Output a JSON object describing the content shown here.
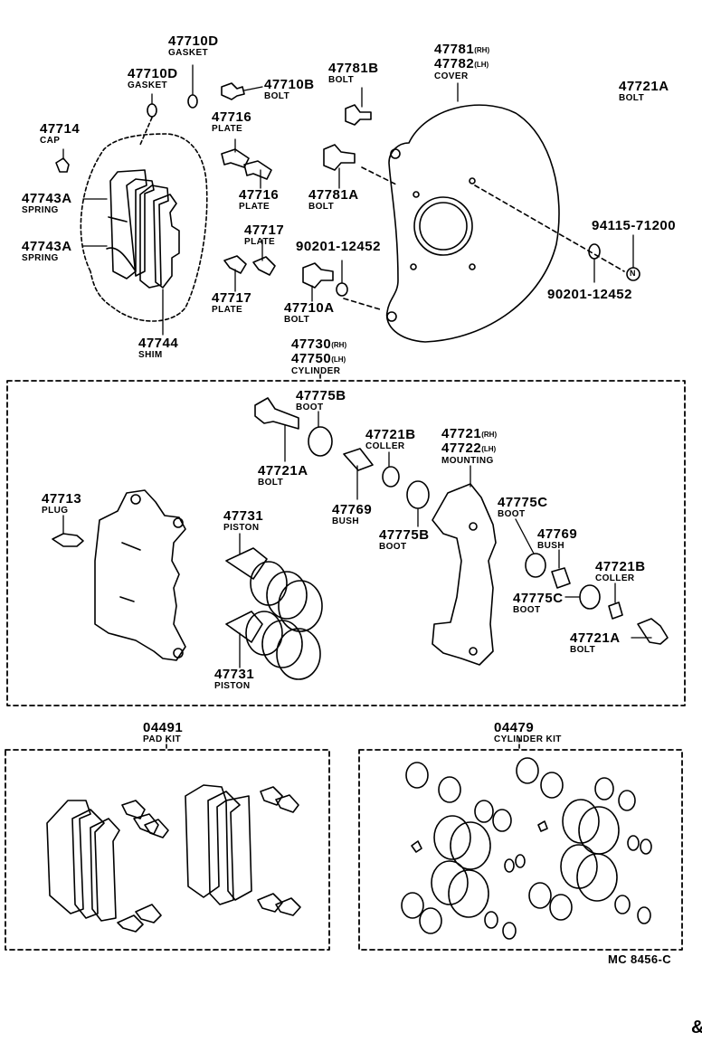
{
  "labels": {
    "gasket_a": {
      "part": "47710D",
      "name": "GASKET"
    },
    "gasket_b": {
      "part": "47710D",
      "name": "GASKET"
    },
    "bolt_47710b": {
      "part": "47710B",
      "name": "BOLT"
    },
    "bolt_47781b": {
      "part": "47781B",
      "name": "BOLT"
    },
    "cover": {
      "part1": "47781",
      "sfx1": "(RH)",
      "part2": "47782",
      "sfx2": "(LH)",
      "name": "COVER"
    },
    "bolt_47721a_top": {
      "part": "47721A",
      "name": "BOLT"
    },
    "cap": {
      "part": "47714",
      "name": "CAP"
    },
    "plate_a": {
      "part": "47716",
      "name": "PLATE"
    },
    "plate_b": {
      "part": "47716",
      "name": "PLATE"
    },
    "spring_a": {
      "part": "47743A",
      "name": "SPRING"
    },
    "spring_b": {
      "part": "47743A",
      "name": "SPRING"
    },
    "bolt_47781a": {
      "part": "47781A",
      "name": "BOLT"
    },
    "bolt_94115": {
      "part": "94115-71200"
    },
    "plate_c": {
      "part": "47717",
      "name": "PLATE"
    },
    "plate_d": {
      "part": "47717",
      "name": "PLATE"
    },
    "washer_a": {
      "part": "90201-12452"
    },
    "washer_b": {
      "part": "90201-12452"
    },
    "bolt_47710a": {
      "part": "47710A",
      "name": "BOLT"
    },
    "shim": {
      "part": "47744",
      "name": "SHIM"
    },
    "cylinder": {
      "part1": "47730",
      "sfx1": "(RH)",
      "part2": "47750",
      "sfx2": "(LH)",
      "name": "CYLINDER"
    },
    "boot_47775b_top": {
      "part": "47775B",
      "name": "BOOT"
    },
    "coller_47721b_top": {
      "part": "47721B",
      "name": "COLLER"
    },
    "mounting": {
      "part1": "47721",
      "sfx1": "(RH)",
      "part2": "47722",
      "sfx2": "(LH)",
      "name": "MOUNTING"
    },
    "bolt_47721a_mid": {
      "part": "47721A",
      "name": "BOLT"
    },
    "plug": {
      "part": "47713",
      "name": "PLUG"
    },
    "piston_a": {
      "part": "47731",
      "name": "PISTON"
    },
    "bush_a": {
      "part": "47769",
      "name": "BUSH"
    },
    "boot_47775b_mid": {
      "part": "47775B",
      "name": "BOOT"
    },
    "boot_47775c_a": {
      "part": "47775C",
      "name": "BOOT"
    },
    "bush_b": {
      "part": "47769",
      "name": "BUSH"
    },
    "coller_47721b_right": {
      "part": "47721B",
      "name": "COLLER"
    },
    "boot_47775c_b": {
      "part": "47775C",
      "name": "BOOT"
    },
    "bolt_47721a_right": {
      "part": "47721A",
      "name": "BOLT"
    },
    "piston_b": {
      "part": "47731",
      "name": "PISTON"
    },
    "pad_kit": {
      "part": "04491",
      "name": "PAD KIT"
    },
    "cylinder_kit": {
      "part": "04479",
      "name": "CYLINDER KIT"
    }
  },
  "ref_code": "MC 8456-C",
  "circle_marker": "N",
  "corner_glyph": "&"
}
